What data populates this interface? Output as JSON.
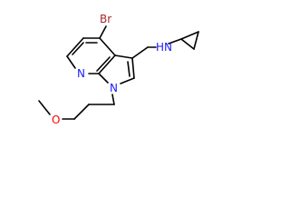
{
  "molecule": {
    "atoms": {
      "bromine": "Br",
      "amine_n": "HN",
      "pyridine_n": "N",
      "pyrrole_n": "N",
      "ether_o": "O"
    }
  },
  "colors": {
    "bond": "#000000",
    "nitrogen": "#1a1aff",
    "bromine": "#a52a2a",
    "oxygen": "#ff0000",
    "background": "#ffffff"
  }
}
